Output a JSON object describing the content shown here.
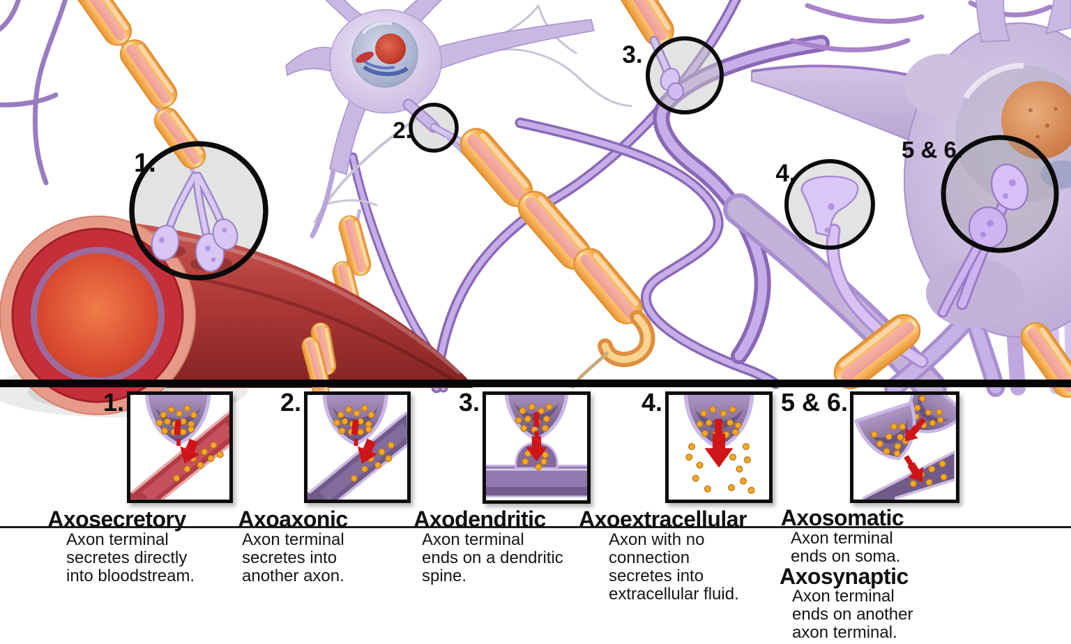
{
  "illustration": {
    "markers": {
      "m1": "1.",
      "m2": "2.",
      "m3": "3.",
      "m4": "4.",
      "m56": "5 & 6."
    }
  },
  "panels": [
    {
      "num": "1.",
      "heading": "Axosecretory",
      "desc": [
        "Axon terminal",
        "secretes directly",
        "into bloodstream."
      ]
    },
    {
      "num": "2.",
      "heading": "Axoaxonic",
      "desc": [
        "Axon terminal",
        "secretes into",
        "another axon."
      ]
    },
    {
      "num": "3.",
      "heading": "Axodendritic",
      "desc": [
        "Axon terminal",
        "ends on a dendritic",
        "spine."
      ]
    },
    {
      "num": "4.",
      "heading": "Axoextracellular",
      "desc": [
        "Axon with no",
        "connection",
        "secretes into",
        "extracellular fluid."
      ]
    },
    {
      "num": "5 & 6.",
      "heading": "Axosomatic",
      "desc": [
        "Axon terminal",
        "ends on soma."
      ],
      "heading2": "Axosynaptic",
      "desc2": [
        "Axon terminal",
        "ends on another",
        "axon terminal."
      ]
    }
  ],
  "colors": {
    "myelin_orange": "#f5b35c",
    "neuron_lavender": "#cdbbe4",
    "vessel_red": "#b23a3a",
    "vesicle_orange": "#f7a82a",
    "arrow_red": "#cf1518",
    "marker_black": "#0d0d0d"
  }
}
